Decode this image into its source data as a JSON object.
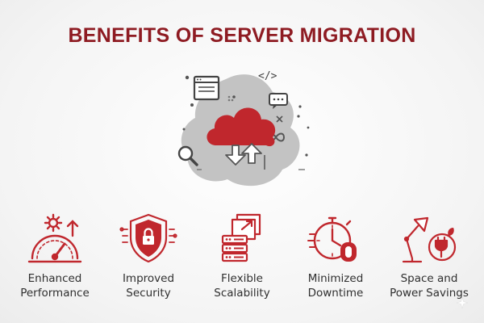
{
  "title": "BENEFITS OF SERVER MIGRATION",
  "hero": {
    "icons": [
      "browser-window-icon",
      "code-brackets-icon",
      "chat-bubble-icon",
      "cloud-sync-icon",
      "magnifier-icon",
      "infinity-icon",
      "close-icon"
    ],
    "code_glyph": "</>"
  },
  "benefits": [
    {
      "label": "Enhanced\nPerformance",
      "icon": "speedometer-gear-icon"
    },
    {
      "label": "Improved\nSecurity",
      "icon": "shield-lock-icon"
    },
    {
      "label": "Flexible\nScalability",
      "icon": "server-stack-scale-icon"
    },
    {
      "label": "Minimized\nDowntime",
      "icon": "stopwatch-zero-icon"
    },
    {
      "label": "Space and\nPower Savings",
      "icon": "lamp-plug-icon"
    }
  ],
  "colors": {
    "accent": "#c0272d",
    "title": "#8e1b22",
    "gray": "#8a8a8a",
    "blob": "#bdbdbd",
    "text": "#2f2f2f"
  }
}
